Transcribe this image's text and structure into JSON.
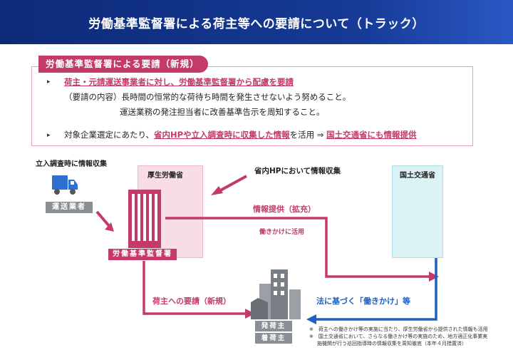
{
  "header": {
    "title": "労働基準監督署による荷主等への要請について（トラック）"
  },
  "request": {
    "tag": "労働基準監督署による要請（新規）",
    "bullet1_title": "荷主・元請運送事業者に対し、労働基準監督署から配慮を要請",
    "content_label": "（要請の内容）",
    "content_line1": "長時間の恒常的な荷待ち時間を発生させないよう努めること。",
    "content_line2": "運送業務の発注担当者に改善基準告示を周知すること。",
    "bullet2_pre": "対象企業選定にあたり、",
    "bullet2_link": "省内HPや立入調査時に収集した情報",
    "bullet2_mid": "を活用 ⇒",
    "bullet2_end": "国土交通省にも情報提供"
  },
  "diagram": {
    "inspection_label": "立入調査時に情報収集",
    "carrier_label": "運送業者",
    "mhlw_label": "厚生労働省",
    "hp_label": "省内HPにおいて情報収集",
    "mlit_label": "国土交通省",
    "info_provide_label": "情報提供（拡充）",
    "utilize_label": "働きかけに活用",
    "labor_office_label": "労働基準監督署",
    "shipper_request_label": "荷主への要請（新規）",
    "law_label": "法に基づく「働きかけ」等",
    "shipper_origin": "発荷主",
    "shipper_dest": "着荷主",
    "note1": "※　荷主への働きかけ等の実施に当たり、厚生労働省から提供された情報も活用",
    "note2": "※　国土交通省において、さらなる働きかけ等の実施のため、地方適正化事業実",
    "note3": "施機関が行う巡回指導時の情報収集を周知徹底（本年４月措置済）"
  },
  "colors": {
    "header": "#163a96",
    "pink": "#c43a6a",
    "blue": "#1f5fbf",
    "mhlw_box": "#f9dde4",
    "mlit_box": "#dbf3f4"
  }
}
